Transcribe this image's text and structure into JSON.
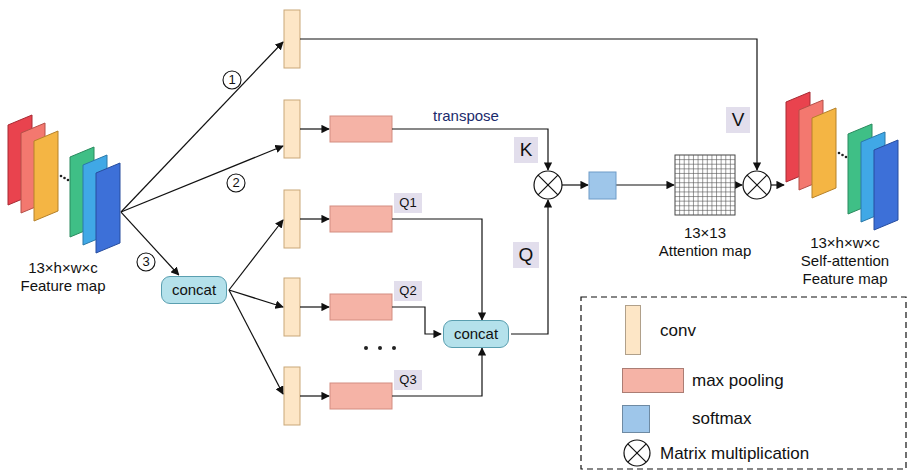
{
  "diagram": {
    "nodes": [
      {
        "text": [
          "13×h×w×c",
          "Feature map"
        ]
      },
      {
        "text": [
          "concat"
        ]
      },
      {
        "text": [
          "Q1"
        ]
      },
      {
        "text": [
          "Q2"
        ]
      },
      {
        "text": [
          "Q3"
        ]
      },
      {
        "text": [
          "concat"
        ]
      },
      {
        "text": [
          "K"
        ]
      },
      {
        "text": [
          "Q"
        ]
      },
      {
        "text": [
          "13×13",
          "Attention map"
        ]
      },
      {
        "text": [
          "V"
        ]
      },
      {
        "text": [
          "13×h×w×c",
          "Self-attention Feature map"
        ]
      }
    ],
    "edges": [
      {
        "from": 0,
        "to": 1,
        "arrow": "to"
      }
    ],
    "labels": [
      "1",
      "2",
      "3",
      "transpose"
    ],
    "legend": [
      {
        "text": "conv",
        "color": "#fde6c6"
      },
      {
        "text": "max pooling",
        "color": "#f5b3a6"
      },
      {
        "text": "softmax",
        "color": "#9ec6ea"
      },
      {
        "text": "Matrix multiplication"
      }
    ]
  }
}
